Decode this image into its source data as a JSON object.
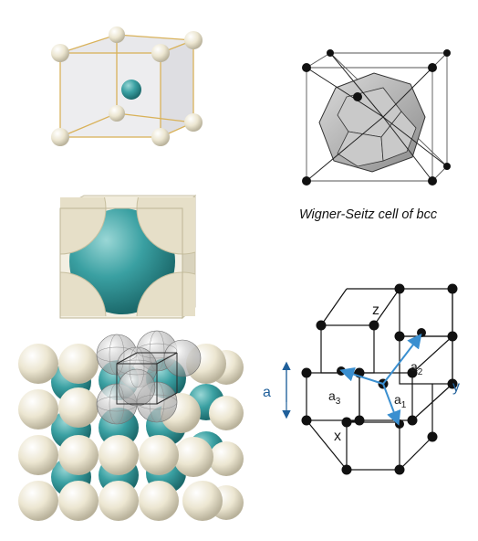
{
  "caption": "Wigner-Seitz cell of bcc",
  "lattice_labels": {
    "z": "z",
    "x": "x",
    "y": "y",
    "a": "a",
    "a1": "a",
    "a1_sub": "1",
    "a2": "a",
    "a2_sub": "2",
    "a3": "a",
    "a3_sub": "3"
  },
  "colors": {
    "corner_atom": "#ece6d1",
    "center_atom": "#3aa0a2",
    "cube_edge": "#d9b25a",
    "vector": "#3a8fd0",
    "lattice_point": "#111111"
  }
}
